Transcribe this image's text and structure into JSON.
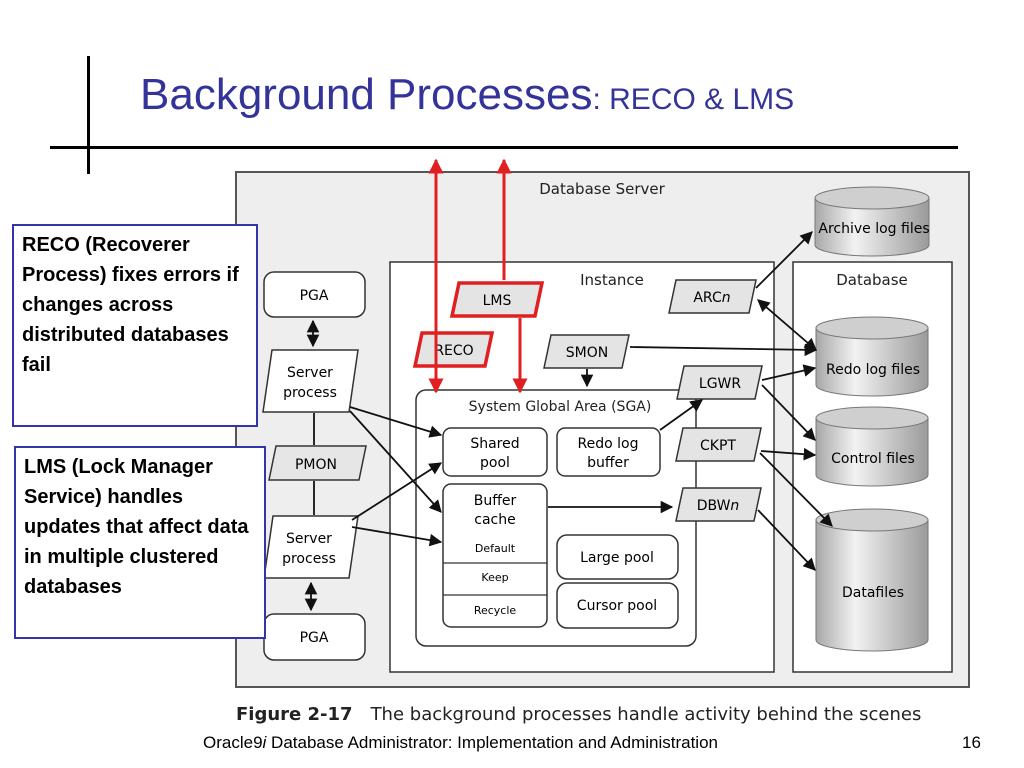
{
  "slide": {
    "title_main": "Background Processes",
    "title_suffix": ": RECO & LMS",
    "footer_left_prefix": "Oracle9",
    "footer_left_italic": "i",
    "footer_left_suffix": " Database Administrator: Implementation and Administration",
    "page_number": "16"
  },
  "notes": {
    "reco": "RECO (Recoverer Process) fixes errors if changes across distributed databases fail",
    "lms": "LMS (Lock Manager Service) handles updates that affect data in multiple clustered databases"
  },
  "diagram": {
    "database_server": "Database Server",
    "instance": "Instance",
    "database": "Database",
    "sga": "System Global Area (SGA)",
    "pga": "PGA",
    "server_process": [
      "Server",
      "process"
    ],
    "pmon": "PMON",
    "lms": "LMS",
    "reco": "RECO",
    "smon": "SMON",
    "arcn": [
      "ARC",
      "n"
    ],
    "lgwr": "LGWR",
    "ckpt": "CKPT",
    "dbwn": [
      "DBW",
      "n"
    ],
    "shared_pool": [
      "Shared",
      "pool"
    ],
    "redo_log_buffer": [
      "Redo log",
      "buffer"
    ],
    "buffer_cache": [
      "Buffer",
      "cache"
    ],
    "default": "Default",
    "keep": "Keep",
    "recycle": "Recycle",
    "large_pool": "Large pool",
    "cursor_pool": "Cursor pool",
    "archive_log_files": "Archive log files",
    "redo_log_files": "Redo log files",
    "control_files": "Control files",
    "datafiles": "Datafiles",
    "highlight_color": "#e02020"
  },
  "figure": {
    "label": "Figure 2-17",
    "caption": "The background processes handle activity behind the scenes"
  }
}
